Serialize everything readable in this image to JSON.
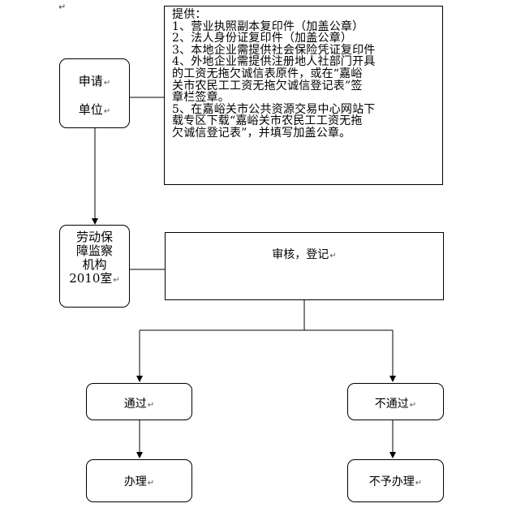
{
  "top_mark": "↵",
  "applicant_box": {
    "line1": "申请",
    "line2": "单位",
    "mark": "↵"
  },
  "provide_box": {
    "lines": [
      "提供：",
      "1、营业执照副本复印件（加盖公章）",
      "2、法人身份证复印件（加盖公章）",
      "3、本地企业需提供社会保险凭证复印件",
      "4、外地企业需提供注册地人社部门开具",
      "的工资无拖欠诚信表原件，或在“嘉峪",
      "关市农民工工资无拖欠诚信登记表”签",
      "章栏签章。",
      "5、在嘉峪关市公共资源交易中心网站下",
      "载专区下载“嘉峪关市农民工工资无拖",
      "欠诚信登记表”，并填写加盖公章。"
    ],
    "mark": "↵"
  },
  "labor_box": {
    "lines": [
      "劳动保",
      "障监察",
      "机构",
      "2010室"
    ],
    "mark": "↵"
  },
  "review_box": {
    "label": "审核，登记",
    "mark": "↵"
  },
  "pass_box": {
    "label": "通过",
    "mark": "↵"
  },
  "fail_box": {
    "label": "不通过",
    "mark": "↵"
  },
  "handle_box": {
    "label": "办理",
    "mark": "↵"
  },
  "reject_box": {
    "label": "不予办理",
    "mark": "↵"
  }
}
